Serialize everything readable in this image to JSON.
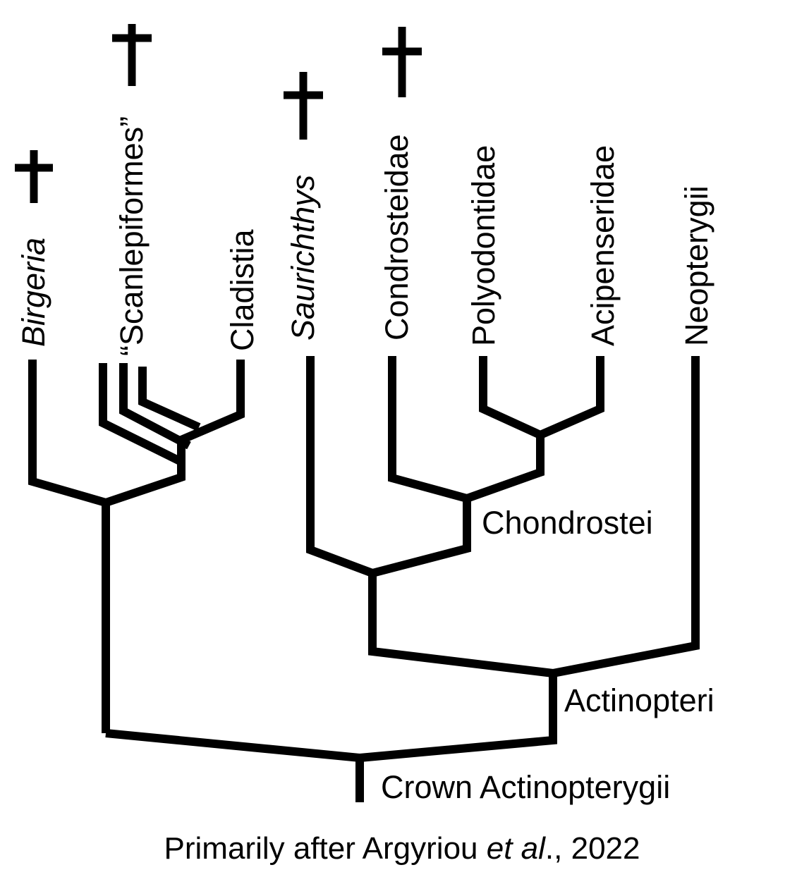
{
  "tree": {
    "taxa": [
      {
        "id": "birgeria",
        "label": "Birgeria",
        "italic": true,
        "extinct": true
      },
      {
        "id": "scanlepiformes",
        "label": "“Scanlepiformes”",
        "italic": false,
        "extinct": true
      },
      {
        "id": "cladistia",
        "label": "Cladistia",
        "italic": false,
        "extinct": false
      },
      {
        "id": "saurichthys",
        "label": "Saurichthys",
        "italic": true,
        "extinct": true
      },
      {
        "id": "condrosteidae",
        "label": "Condrosteidae",
        "italic": false,
        "extinct": true
      },
      {
        "id": "polyodontidae",
        "label": "Polyodontidae",
        "italic": false,
        "extinct": false
      },
      {
        "id": "acipenseridae",
        "label": "Acipenseridae",
        "italic": false,
        "extinct": false
      },
      {
        "id": "neopterygii",
        "label": "Neopterygii",
        "italic": false,
        "extinct": false
      }
    ],
    "clades": {
      "chondrostei": "Chondrostei",
      "actinopteri": "Actinopteri",
      "crown": "Crown Actinopterygii"
    },
    "extinct_marker": "†"
  },
  "caption": {
    "prefix": "Primarily after Argyriou ",
    "italic": "et al",
    "suffix": "., 2022"
  }
}
